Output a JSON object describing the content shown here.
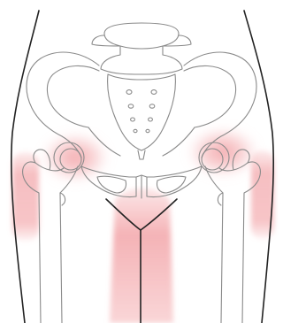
{
  "figure": {
    "subject": "pelvis-and-hip-joints-anterior-view",
    "colors": {
      "background": "#ffffff",
      "bone_outline": "#8a8a8a",
      "body_outline": "#222222",
      "pain_highlight": "#ef8a8f"
    },
    "highlighted_regions": [
      "left-hip",
      "right-hip",
      "left-outer-thigh",
      "right-outer-thigh",
      "groin-inner-thigh"
    ]
  }
}
